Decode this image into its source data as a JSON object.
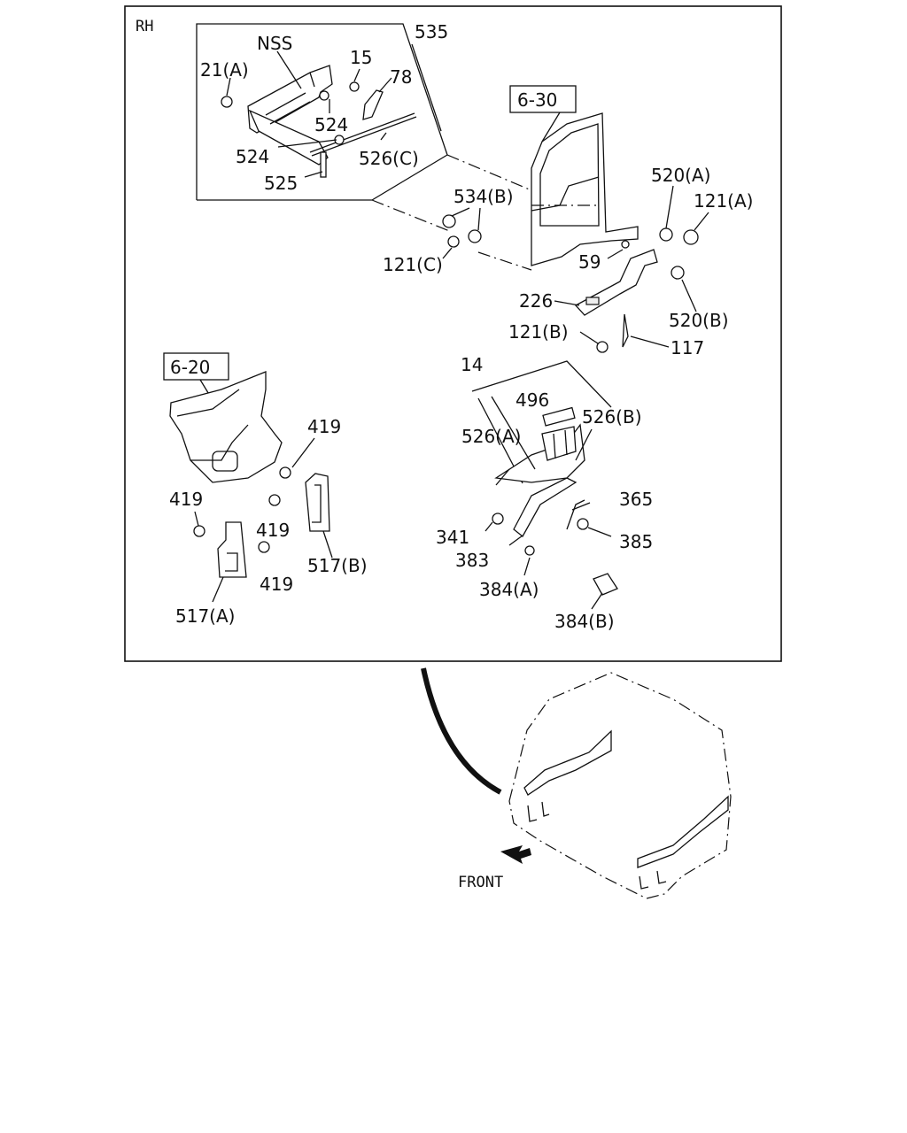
{
  "diagram": {
    "section_label": "RH",
    "front_label": "FRONT",
    "ref_boxes": [
      "6-30",
      "6-20"
    ],
    "callouts": {
      "nss": "NSS",
      "p535": "535",
      "p21a": "21(A)",
      "p15": "15",
      "p78": "78",
      "p524a": "524",
      "p524b": "524",
      "p526c": "526(C)",
      "p525": "525",
      "p534b": "534(B)",
      "p121c": "121(C)",
      "p520a": "520(A)",
      "p121a": "121(A)",
      "p59": "59",
      "p226": "226",
      "p520b": "520(B)",
      "p121b": "121(B)",
      "p117": "117",
      "p14": "14",
      "p496": "496",
      "p526b": "526(B)",
      "p526a": "526(A)",
      "p365": "365",
      "p341": "341",
      "p385": "385",
      "p383": "383",
      "p384a": "384(A)",
      "p384b": "384(B)",
      "p419a": "419",
      "p419b": "419",
      "p419c": "419",
      "p419d": "419",
      "p517b": "517(B)",
      "p517a": "517(A)"
    }
  }
}
